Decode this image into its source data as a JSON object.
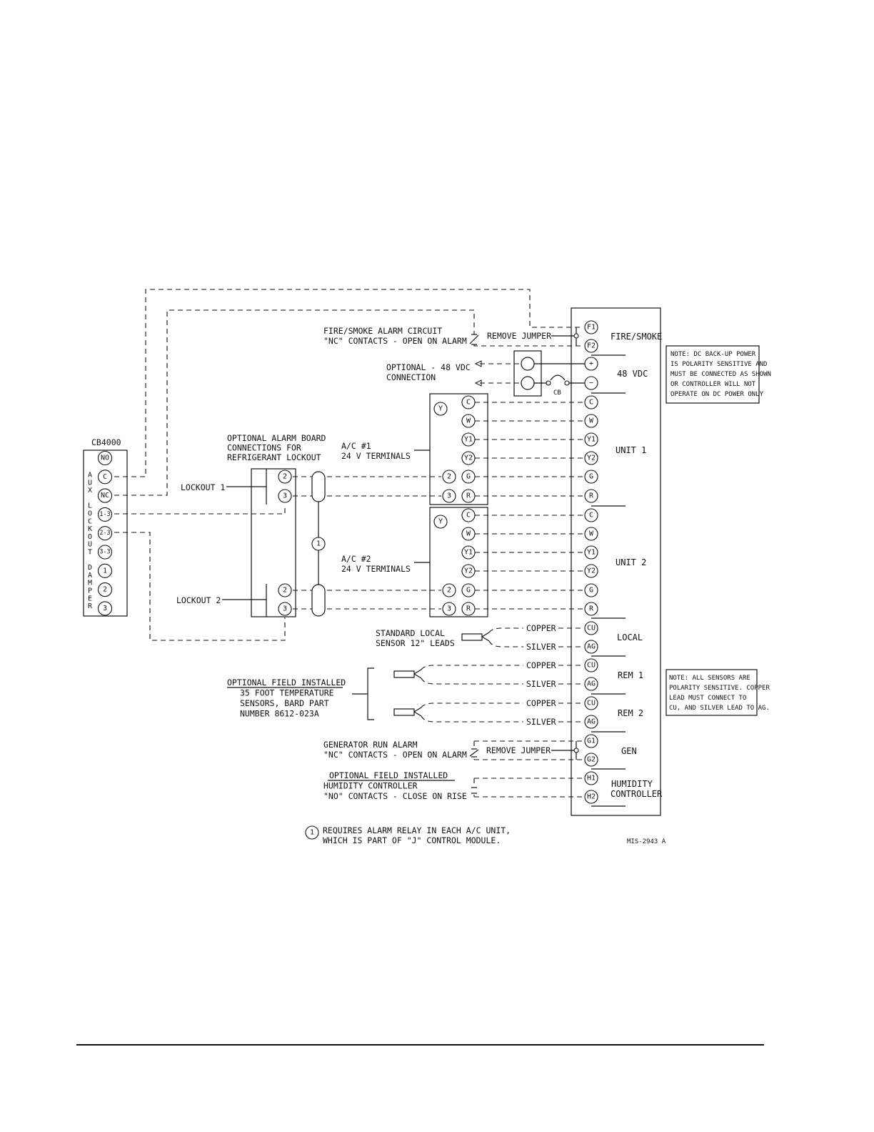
{
  "cb4000": {
    "title": "CB4000",
    "side_label": [
      "A",
      "U",
      "X",
      "",
      "L",
      "O",
      "C",
      "K",
      "O",
      "U",
      "T",
      "",
      "D",
      "A",
      "M",
      "P",
      "E",
      "R"
    ],
    "terminals": [
      "NO",
      "C",
      "NC",
      "1-3",
      "2-3",
      "3-3",
      "1",
      "2",
      "3"
    ]
  },
  "alarm_board": {
    "title_lines": [
      "OPTIONAL ALARM BOARD",
      "CONNECTIONS FOR",
      "REFRIGERANT LOCKOUT"
    ],
    "lockout1": "LOCKOUT 1",
    "lockout2": "LOCKOUT 2",
    "terminals_top": [
      "2",
      "3"
    ],
    "terminals_bottom": [
      "2",
      "3"
    ]
  },
  "relay_marker": "1",
  "fire_smoke_circuit": [
    "FIRE/SMOKE ALARM CIRCUIT",
    "\"NC\" CONTACTS - OPEN ON ALARM"
  ],
  "remove_jumper": "REMOVE JUMPER",
  "optional_48vdc": [
    "OPTIONAL - 48 VDC",
    "CONNECTION"
  ],
  "cb_label": "CB",
  "ac1": {
    "label": [
      "A/C #1",
      "24 V TERMINALS"
    ],
    "y_label": "Y",
    "terminals": [
      "C",
      "W",
      "Y1",
      "Y2",
      "G",
      "R"
    ],
    "alarm_terms": [
      "2",
      "3"
    ]
  },
  "ac2": {
    "label": [
      "A/C #2",
      "24 V TERMINALS"
    ],
    "y_label": "Y",
    "terminals": [
      "C",
      "W",
      "Y1",
      "Y2",
      "G",
      "R"
    ],
    "alarm_terms": [
      "2",
      "3"
    ]
  },
  "controller": {
    "terminals": [
      "F1",
      "F2",
      "+",
      "−",
      "C",
      "W",
      "Y1",
      "Y2",
      "G",
      "R",
      "C",
      "W",
      "Y1",
      "Y2",
      "G",
      "R",
      "CU",
      "AG",
      "CU",
      "AG",
      "CU",
      "AG",
      "G1",
      "G2",
      "H1",
      "H2"
    ],
    "sections": {
      "fire_smoke": "FIRE/SMOKE",
      "vdc48": "48 VDC",
      "unit1": "UNIT 1",
      "unit2": "UNIT 2",
      "local": "LOCAL",
      "rem1": "REM 1",
      "rem2": "REM 2",
      "gen": "GEN",
      "humidity": [
        "HUMIDITY",
        "CONTROLLER"
      ]
    }
  },
  "note_dc": [
    "NOTE:  DC BACK-UP POWER",
    "IS POLARITY SENSITIVE AND",
    "MUST BE CONNECTED AS SHOWN",
    "OR CONTROLLER WILL NOT",
    "OPERATE ON DC POWER ONLY"
  ],
  "note_sensors": [
    "NOTE:  ALL SENSORS ARE",
    "POLARITY SENSITIVE. COPPER",
    "LEAD MUST CONNECT TO",
    "CU, AND SILVER LEAD TO AG."
  ],
  "standard_sensor": [
    "STANDARD LOCAL",
    "SENSOR 12\" LEADS"
  ],
  "optional_sensors": [
    "OPTIONAL FIELD INSTALLED",
    "35 FOOT TEMPERATURE",
    "SENSORS, BARD PART",
    "NUMBER 8612-023A"
  ],
  "lead_copper": "COPPER",
  "lead_silver": "SILVER",
  "generator": [
    "GENERATOR RUN ALARM",
    "\"NC\" CONTACTS - OPEN ON ALARM"
  ],
  "humidity_ctrl": [
    "OPTIONAL FIELD INSTALLED",
    "HUMIDITY CONTROLLER",
    "\"NO\" CONTACTS - CLOSE ON RISE"
  ],
  "footnote": [
    "REQUIRES ALARM RELAY IN EACH A/C UNIT,",
    "WHICH IS PART OF \"J\" CONTROL MODULE."
  ],
  "footnote_marker": "1",
  "drawing_number": "MIS-2943 A"
}
